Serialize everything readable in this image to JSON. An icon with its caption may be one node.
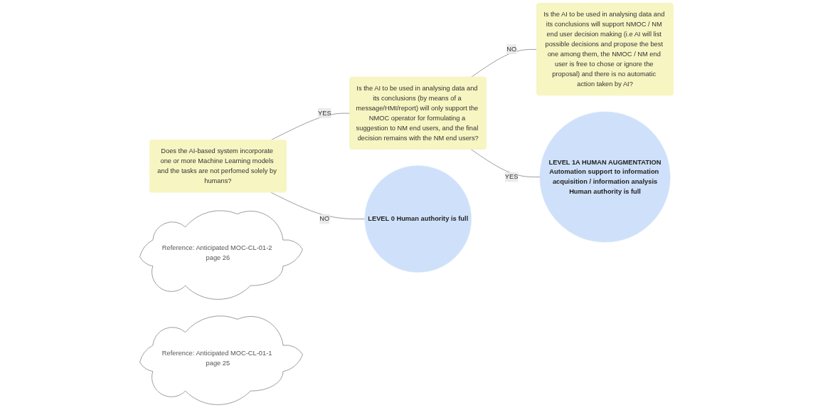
{
  "diagram": {
    "nodes": [
      {
        "text": [
          "Does the AI-based system incorporate one or more Machine Learning models and the tasks are not perfomed solely by humans?"
        ]
      },
      {
        "text": [
          "Is the AI to be used in analysing data and its conclusions (by means of a message/HMI/report) will only support the NMOC operator for formulating a suggestion to NM end users, and the final decision remains with the NM end users?"
        ]
      },
      {
        "text": [
          "Is the AI to be used in analysing data and its conclusions will support NMOC / NM end user decision making (i.e AI will list possible decisions and propose the best one among them, the NMOC / NM end user is free to chose or ignore the proposal) and there is no automatic action taken by AI?"
        ]
      },
      {
        "text": [
          "LEVEL 1A HUMAN AUGMENTATION",
          "Automation support to information acquisition / information analysis",
          "Human authority is full"
        ]
      },
      {
        "text": [
          "Reference: Anticipated MOC-CL-01-2 page 26"
        ]
      },
      {
        "text": [
          "LEVEL 0 Human authority is full"
        ]
      },
      {
        "text": [
          "Reference: Anticipated MOC-CL-01-1 page 25"
        ]
      }
    ],
    "edges": [
      {
        "from": 0,
        "to": 1,
        "label": "YES",
        "arrow": "none"
      },
      {
        "from": 0,
        "to": 5,
        "label": "NO",
        "arrow": "none"
      },
      {
        "from": 1,
        "to": 2,
        "label": "NO",
        "arrow": "none"
      },
      {
        "from": 1,
        "to": 3,
        "label": "YES",
        "arrow": "none"
      }
    ]
  }
}
